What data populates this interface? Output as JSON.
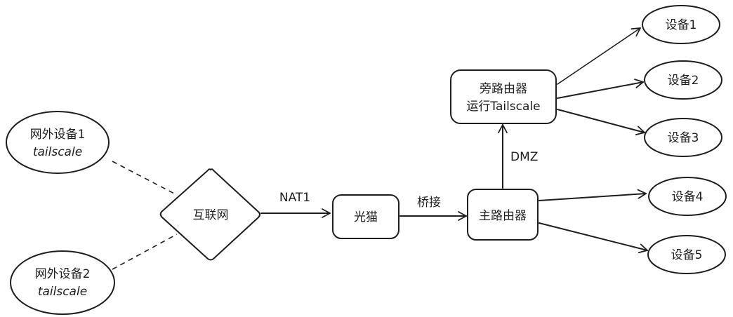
{
  "nodes": {
    "external_device_1": {
      "line1": "网外设备1",
      "line2": "tailscale"
    },
    "external_device_2": {
      "line1": "网外设备2",
      "line2": "tailscale"
    },
    "internet": "互联网",
    "optical_modem": "光猫",
    "main_router": "主路由器",
    "side_router": {
      "line1": "旁路由器",
      "line2": "运行Tailscale"
    },
    "devices": [
      "设备1",
      "设备2",
      "设备3",
      "设备4",
      "设备5"
    ]
  },
  "edges": {
    "internet_to_modem": "NAT1",
    "modem_to_router": "桥接",
    "router_to_side_router": "DMZ"
  }
}
